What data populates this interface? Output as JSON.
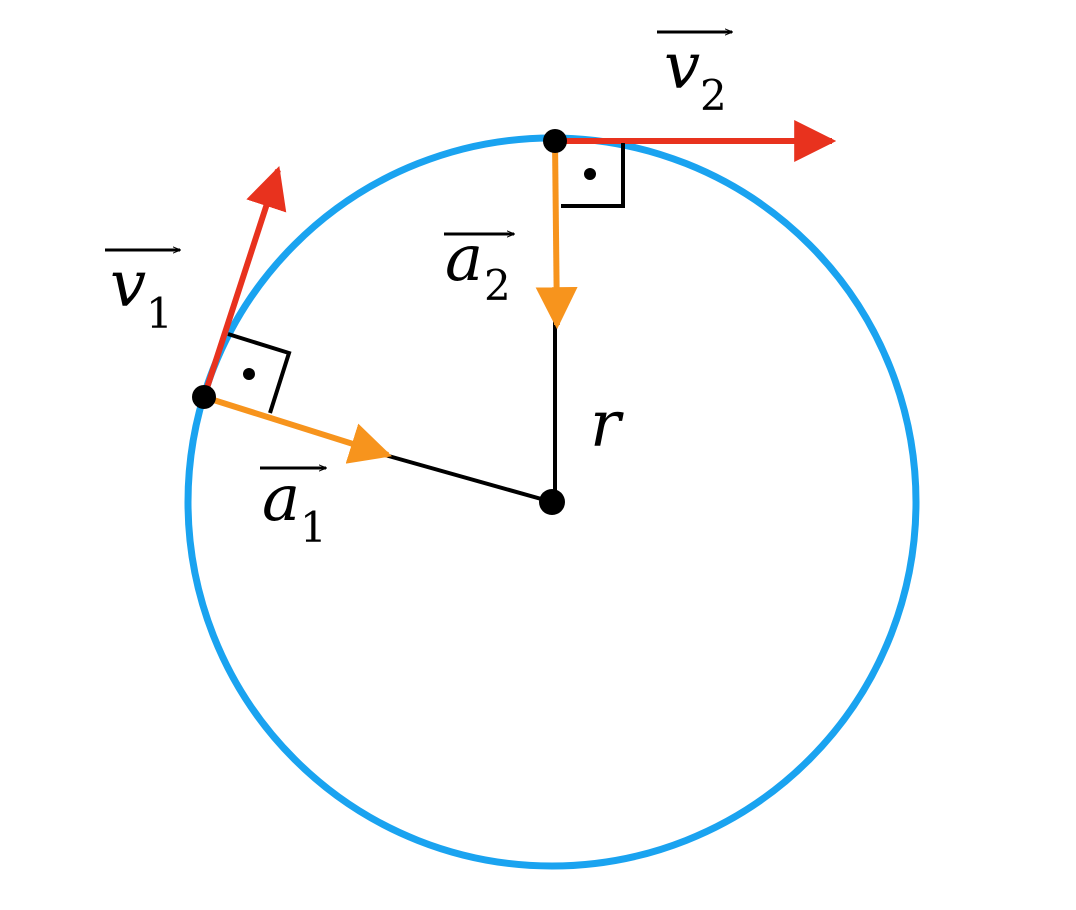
{
  "colors": {
    "circle": "#1aa3f0",
    "velocity": "#e8321e",
    "acceleration": "#f7941d",
    "radius": "#000000",
    "point": "#000000",
    "right_angle": "#000000"
  },
  "labels": {
    "v1": {
      "symbol": "v",
      "subscript": "1"
    },
    "v2": {
      "symbol": "v",
      "subscript": "2"
    },
    "a1": {
      "symbol": "a",
      "subscript": "1"
    },
    "a2": {
      "symbol": "a",
      "subscript": "2"
    },
    "radius": "r"
  },
  "icons": {
    "center": "filled-dot",
    "position_1": "filled-dot",
    "position_2": "filled-dot",
    "right_angle_1": "right-angle-marker",
    "right_angle_2": "right-angle-marker"
  }
}
